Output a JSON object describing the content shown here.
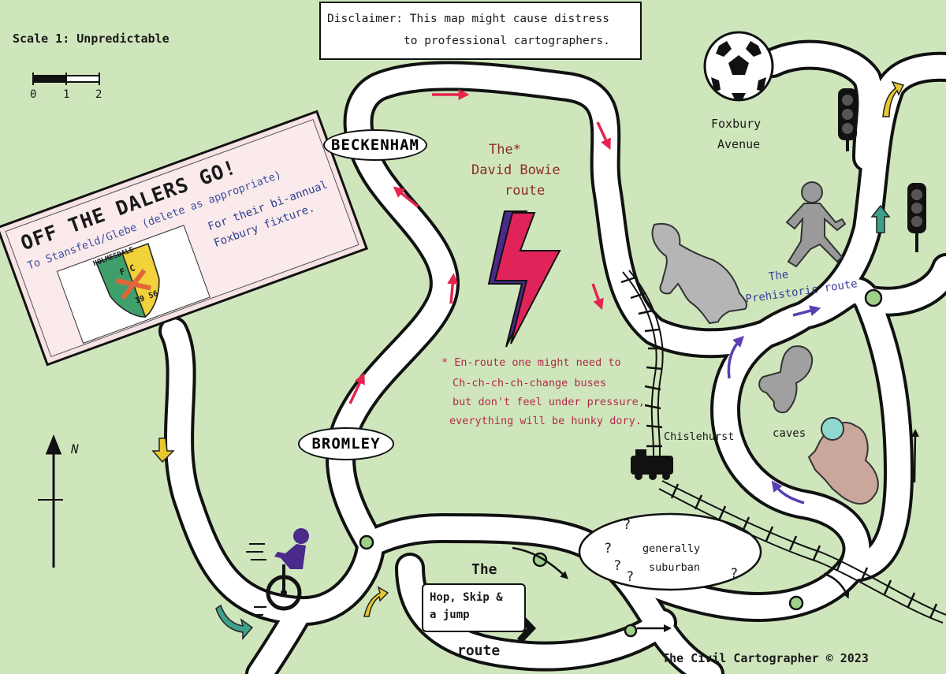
{
  "scale": {
    "label": "Scale 1: Unpredictable",
    "ticks": [
      "0",
      "1",
      "2"
    ]
  },
  "disclaimer": {
    "line1": "Disclaimer: This map might cause distress",
    "line2": "to professional cartographers."
  },
  "sign": {
    "title": "OFF THE DALERS GO!",
    "subtitle": "To Stansfeld/Glebe (delete as appropriate)",
    "note_line1": "For their bi-annual",
    "note_line2": "Foxbury fixture.",
    "crest_text": "HOLMESDALE",
    "crest_fc": "F C",
    "crest_year_left": "19",
    "crest_year_right": "56"
  },
  "places": {
    "beckenham": "BECKENHAM",
    "bromley": "BROMLEY",
    "chislehurst": "Chislehurst",
    "caves": "caves",
    "foxbury_line1": "Foxbury",
    "foxbury_line2": "Avenue",
    "suburban_line1": "generally",
    "suburban_line2": "suburban"
  },
  "routes": {
    "bowie_line1": "The*",
    "bowie_line2": "David Bowie",
    "bowie_line3": "route",
    "bowie_note_line1": "* En-route one might need to",
    "bowie_note_line2": "Ch-ch-ch-ch-change buses",
    "bowie_note_line3": "but don't feel under pressure,",
    "bowie_note_line4": "everything will be hunky dory.",
    "prehistoric_line1": "The",
    "prehistoric_line2": "Prehistoric route",
    "hop_the": "The",
    "hop_sign_line1": "Hop, Skip &",
    "hop_sign_line2": "a jump",
    "hop_route": "route"
  },
  "compass": {
    "north": "N"
  },
  "credit": "The Civil Cartographer © 2023",
  "colors": {
    "grass": "#c9e3b4",
    "road": "#111111",
    "bowie_arrow": "#e6244f",
    "bolt_pink": "#e0245a",
    "bolt_purple": "#4a2a8a",
    "route_purple": "#5a3fb0",
    "yellow_arrow": "#e8c730",
    "teal_arrow": "#3fa08a",
    "caveman_grey": "#b0b0b0",
    "sign_pink": "#f7c9cf",
    "crest_yellow": "#f2d23a",
    "crest_green": "#3f9f6a",
    "crest_orange": "#e0663a"
  },
  "icons": [
    "football-icon",
    "traffic-light-icon",
    "unicyclist-icon",
    "train-icon",
    "lightning-bolt-icon",
    "caveman-icon",
    "walking-figure-icon",
    "stalactite-icon",
    "north-arrow-icon",
    "question-mark-icon"
  ]
}
